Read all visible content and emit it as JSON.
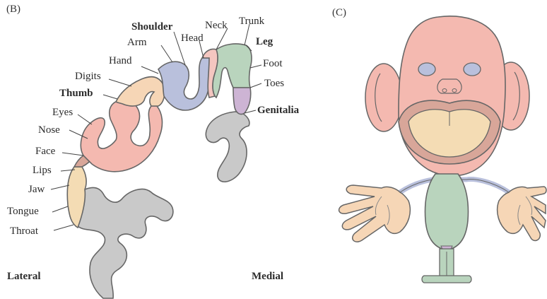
{
  "panels": {
    "b_label": "(B)",
    "c_label": "(C)"
  },
  "homunculus_labels": {
    "shoulder": "Shoulder",
    "neck": "Neck",
    "trunk": "Trunk",
    "head": "Head",
    "arm": "Arm",
    "leg": "Leg",
    "hand": "Hand",
    "foot": "Foot",
    "toes": "Toes",
    "digits": "Digits",
    "thumb": "Thumb",
    "genitalia": "Genitalia",
    "eyes": "Eyes",
    "nose": "Nose",
    "face": "Face",
    "lips": "Lips",
    "jaw": "Jaw",
    "tongue": "Tongue",
    "throat": "Throat"
  },
  "orientation": {
    "lateral": "Lateral",
    "medial": "Medial"
  },
  "colors": {
    "face": "#f4b9b0",
    "hand": "#f6d6b6",
    "arm": "#b9c0dc",
    "trunk": "#b9d4bd",
    "genitalia": "#cdb4d4",
    "throat": "#f4dcb4",
    "cortex": "#c9c9c9",
    "outline": "#666666"
  }
}
